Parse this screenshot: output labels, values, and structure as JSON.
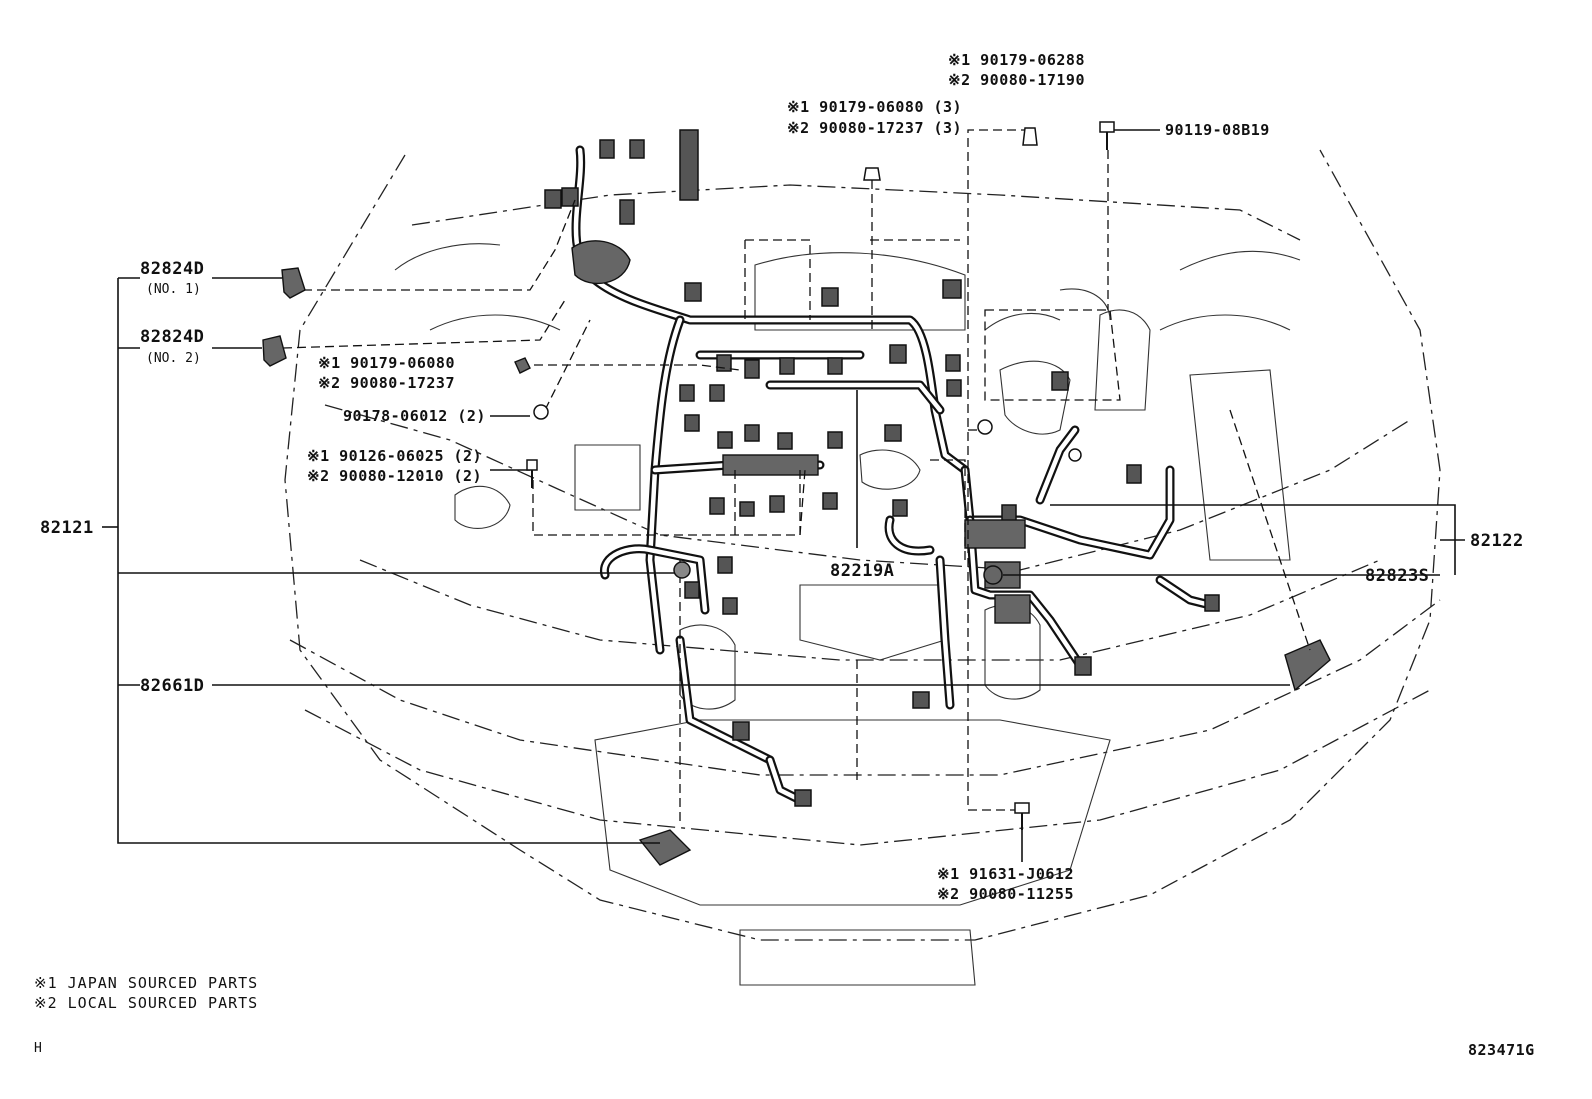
{
  "callouts": {
    "c82824d_no1": "82824D",
    "c82824d_no1_sub": "(NO. 1)",
    "c82824d_no2": "82824D",
    "c82824d_no2_sub": "(NO. 2)",
    "c90179_06080_j": "※1 90179-06080",
    "c90080_17237_l": "※2 90080-17237",
    "c90178_06012": "90178-06012 (2)",
    "c90126_06025_j": "※1 90126-06025 (2)",
    "c90080_12010_l": "※2 90080-12010 (2)",
    "c82121": "82121",
    "c82661d": "82661D",
    "c82219a": "82219A",
    "c90179_06080_3_j": "※1 90179-06080 (3)",
    "c90080_17237_3_l": "※2 90080-17237 (3)",
    "c90179_06288_j": "※1 90179-06288",
    "c90080_17190_l": "※2 90080-17190",
    "c90119_08b19": "90119-08B19",
    "c82122": "82122",
    "c82823s": "82823S",
    "c91631_j0612_j": "※1 91631-J0612",
    "c90080_11255_l": "※2 90080-11255"
  },
  "legend": {
    "line1": "※1 JAPAN SOURCED PARTS",
    "line2": "※2 LOCAL SOURCED PARTS"
  },
  "footer": {
    "left_mark": "H",
    "diagram_id": "823471G"
  }
}
